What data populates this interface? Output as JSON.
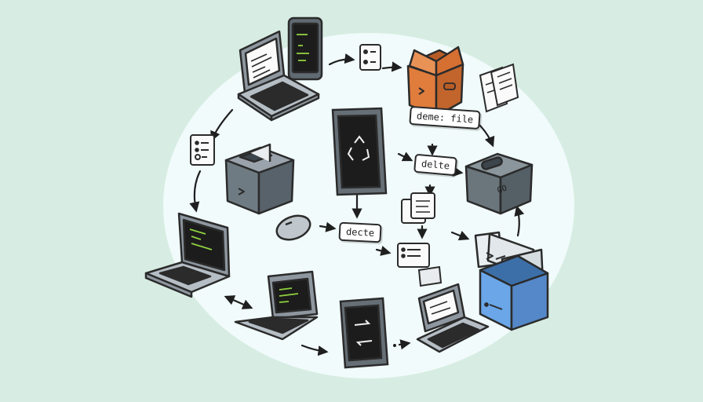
{
  "labels": {
    "demo_file": "deme: file",
    "delete_top": "delte",
    "delete_bottom": "decte",
    "drive_label": "GO"
  },
  "colors": {
    "background": "#d7ede3",
    "circle": "#f1fbfb",
    "outline": "#2b2b2b",
    "screen": "#1c1c1c",
    "code_green": "#8fd13f",
    "box_orange": "#d9773a",
    "box_gray": "#6f7b82",
    "box_blue": "#5b98dc",
    "laptop_body": "#9aa3ab"
  },
  "icons": [
    "laptop-icon",
    "tablet-icon",
    "document-icon",
    "open-box-icon",
    "recycle-screen-icon",
    "server-box-icon",
    "mouse-icon",
    "folder-icon",
    "blue-crate-icon",
    "sync-screen-icon",
    "arrow-icon"
  ]
}
